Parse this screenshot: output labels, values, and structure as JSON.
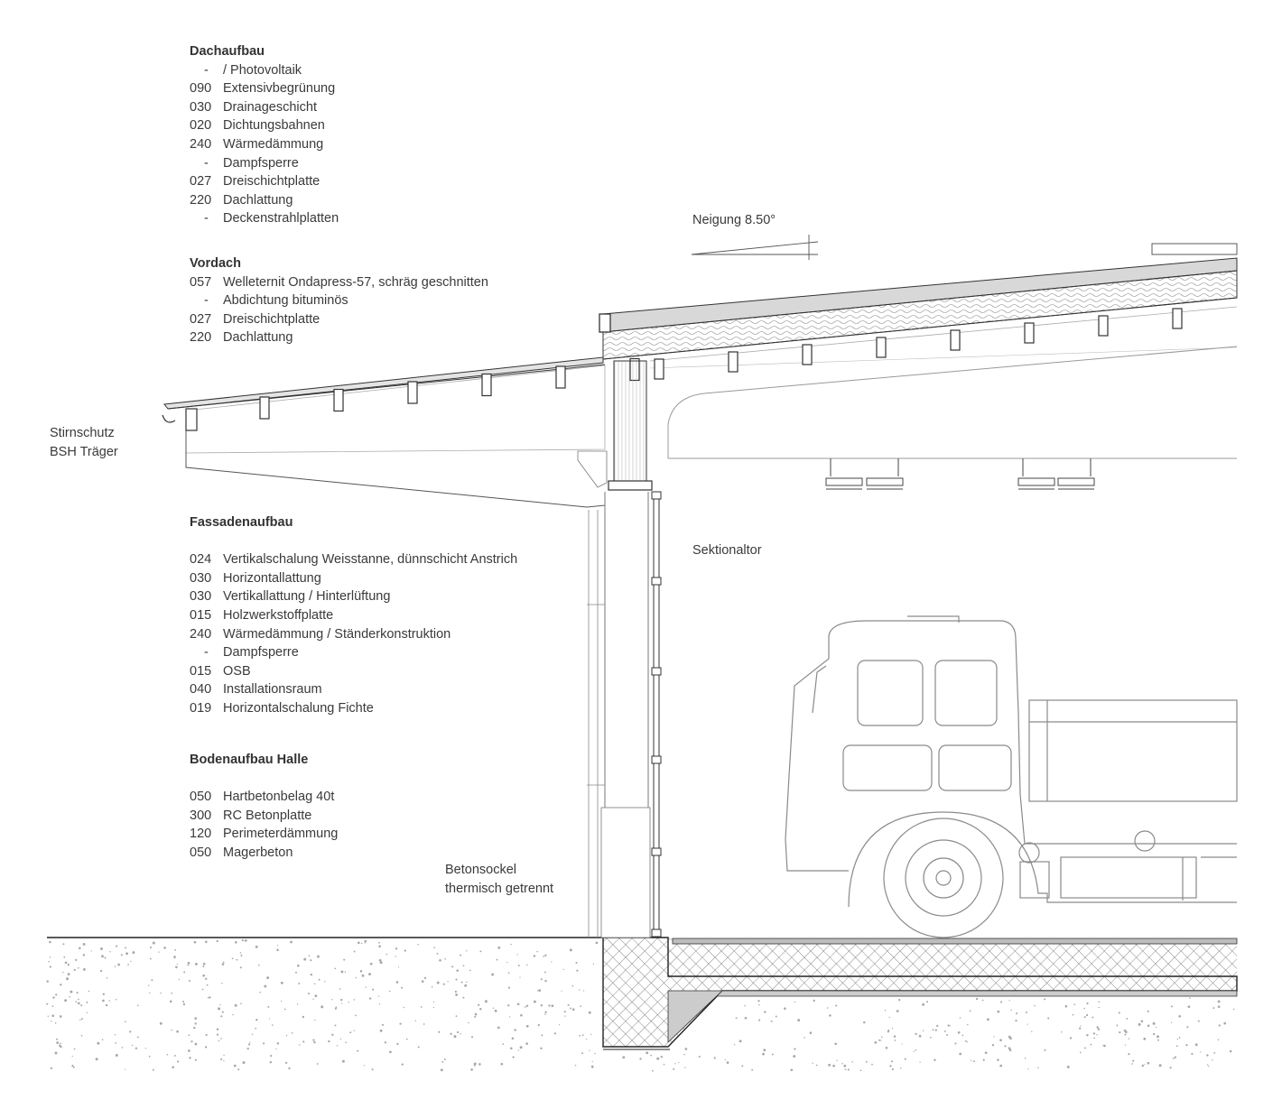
{
  "roof_build": {
    "title": "Dachaufbau",
    "layers": [
      {
        "code": "-",
        "name": "/ Photovoltaik"
      },
      {
        "code": "090",
        "name": "Extensivbegrünung"
      },
      {
        "code": "030",
        "name": "Drainageschicht"
      },
      {
        "code": "020",
        "name": "Dichtungsbahnen"
      },
      {
        "code": "240",
        "name": "Wärmedämmung"
      },
      {
        "code": "-",
        "name": "Dampfsperre"
      },
      {
        "code": "027",
        "name": "Dreischichtplatte"
      },
      {
        "code": "220",
        "name": "Dachlattung"
      },
      {
        "code": "-",
        "name": "Deckenstrahlplatten"
      }
    ]
  },
  "canopy": {
    "title": "Vordach",
    "layers": [
      {
        "code": "057",
        "name": "Welleternit Ondapress-57, schräg geschnitten"
      },
      {
        "code": "-",
        "name": "Abdichtung bituminös"
      },
      {
        "code": "027",
        "name": "Dreischichtplatte"
      },
      {
        "code": "220",
        "name": "Dachlattung"
      }
    ]
  },
  "facade_build": {
    "title": "Fassadenaufbau",
    "layers": [
      {
        "code": "024",
        "name": "Vertikalschalung Weisstanne, dünnschicht Anstrich"
      },
      {
        "code": "030",
        "name": "Horizontallattung"
      },
      {
        "code": "030",
        "name": "Vertikallattung / Hinterlüftung"
      },
      {
        "code": "015",
        "name": "Holzwerkstoffplatte"
      },
      {
        "code": "240",
        "name": "Wärmedämmung / Ständerkonstruktion"
      },
      {
        "code": "-",
        "name": "Dampfsperre"
      },
      {
        "code": "015",
        "name": "OSB"
      },
      {
        "code": "040",
        "name": "Installationsraum"
      },
      {
        "code": "019",
        "name": "Horizontalschalung Fichte"
      }
    ]
  },
  "floor_build": {
    "title": "Bodenaufbau Halle",
    "layers": [
      {
        "code": "050",
        "name": "Hartbetonbelag 40t"
      },
      {
        "code": "300",
        "name": "RC Betonplatte"
      },
      {
        "code": "120",
        "name": "Perimeterdämmung"
      },
      {
        "code": "050",
        "name": "Magerbeton"
      }
    ]
  },
  "annotations": {
    "slope": "Neigung 8.50°",
    "edge_protection_1": "Stirnschutz",
    "edge_protection_2": "BSH Träger",
    "sectional_door": "Sektionaltor",
    "plinth_1": "Betonsockel",
    "plinth_2": "thermisch getrennt"
  },
  "colors": {
    "line": "#333333",
    "light_line": "#9a9a9a",
    "text": "#3a3a3a",
    "insulation_fill": "#d6d6d6",
    "gravel_dot": "#9a9a9a"
  }
}
